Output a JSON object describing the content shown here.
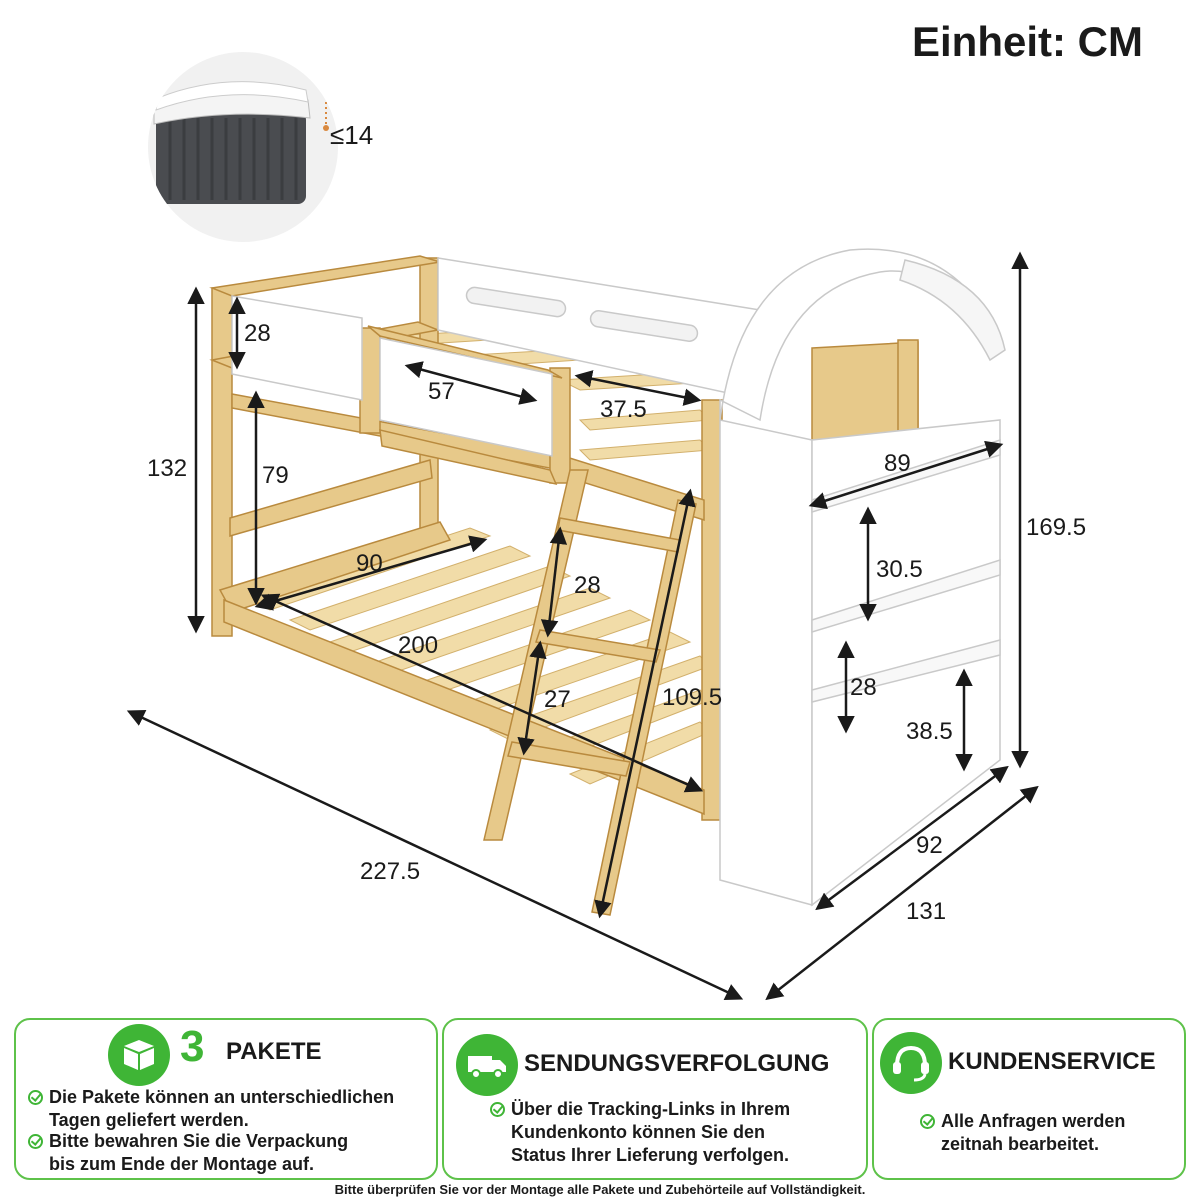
{
  "unit_title": "Einheit: CM",
  "mattress": {
    "height_label": "≤14"
  },
  "dimensions": {
    "guard_height": "28",
    "guard_opening_width": "57",
    "slat_gap_upper": "37.5",
    "total_height_left": "132",
    "lower_clearance": "79",
    "shelf_width": "89",
    "total_height": "169.5",
    "shelf_gap_top": "30.5",
    "lower_bed_width": "90",
    "ladder_step_top": "28",
    "lower_bed_length": "200",
    "shelf_gap_mid": "28",
    "ladder_step_bottom": "27",
    "ladder_length": "109.5",
    "shelf_bottom_height": "38.5",
    "overall_length": "227.5",
    "shelf_depth": "92",
    "overall_width": "131"
  },
  "panels": [
    {
      "title_number": "3",
      "title": "PAKETE",
      "icon": "package-box-icon",
      "bullets": [
        [
          "Die Pakete können an unterschiedlichen",
          "Tagen geliefert werden."
        ],
        [
          "Bitte bewahren Sie die Verpackung",
          "bis zum Ende der Montage auf."
        ]
      ]
    },
    {
      "title": "SENDUNGSVERFOLGUNG",
      "icon": "delivery-truck-icon",
      "bullets": [
        [
          "Über die Tracking-Links in Ihrem",
          "Kundenkonto können Sie den",
          "Status Ihrer Lieferung verfolgen."
        ]
      ]
    },
    {
      "title": "KUNDENSERVICE",
      "icon": "headset-icon",
      "bullets": [
        [
          "Alle Anfragen werden",
          "zeitnah bearbeitet."
        ]
      ]
    }
  ],
  "footer_note": "Bitte überprüfen Sie vor der Montage alle Pakete und Zubehörteile auf Vollständigkeit.",
  "colors": {
    "accent_green": "#3fb536",
    "wood": "#e7c98a",
    "white_panel": "#ffffff"
  }
}
